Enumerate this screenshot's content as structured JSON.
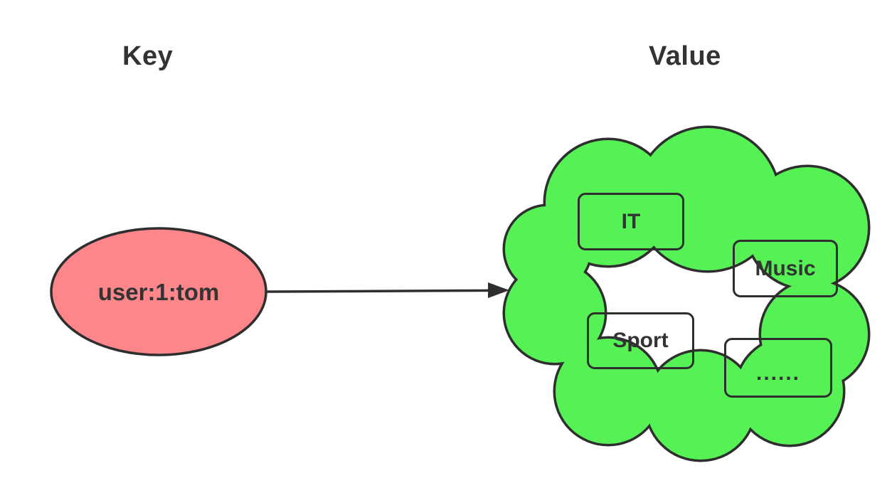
{
  "titles": {
    "key": "Key",
    "value": "Value"
  },
  "key_node": {
    "label": "user:1:tom"
  },
  "value_cloud": {
    "items": [
      {
        "label": "IT"
      },
      {
        "label": "Music"
      },
      {
        "label": "Sport"
      },
      {
        "label": "......"
      }
    ]
  },
  "colors": {
    "key_fill": "#fc868a",
    "value_fill": "#55f155",
    "outline": "#2e2e2e",
    "text": "#333333"
  }
}
